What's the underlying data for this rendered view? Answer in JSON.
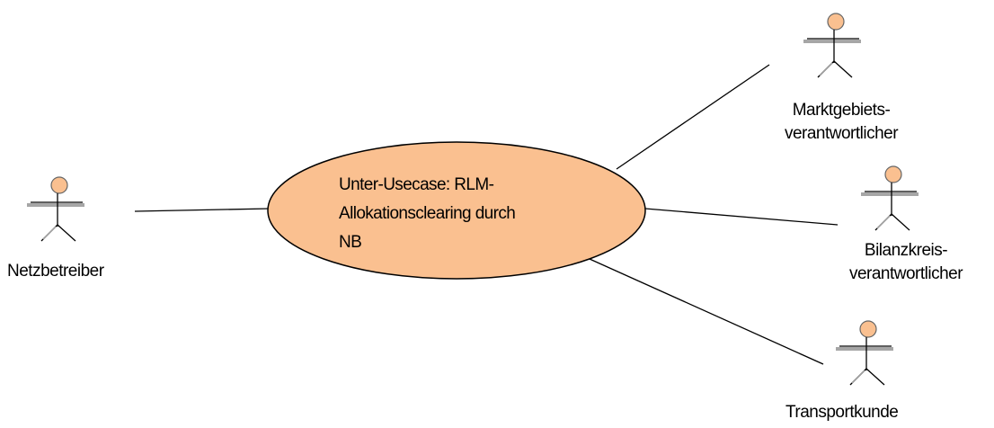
{
  "usecase": {
    "line1": "Unter-Usecase: RLM-",
    "line2": "Allokationsclearing durch",
    "line3": "NB"
  },
  "actors": {
    "netzbetreiber": {
      "label": "Netzbetreiber"
    },
    "marktgebiet": {
      "line1": "Marktgebiets-",
      "line2": "verantwortlicher"
    },
    "bilanzkreis": {
      "line1": "Bilanzkreis-",
      "line2": "verantwortlicher"
    },
    "transportkunde": {
      "label": "Transportkunde"
    }
  },
  "colors": {
    "usecase_fill": "#FAC090",
    "actor_head": "#FAC090",
    "actor_shadow": "#A6A6A6",
    "line": "#000000"
  }
}
